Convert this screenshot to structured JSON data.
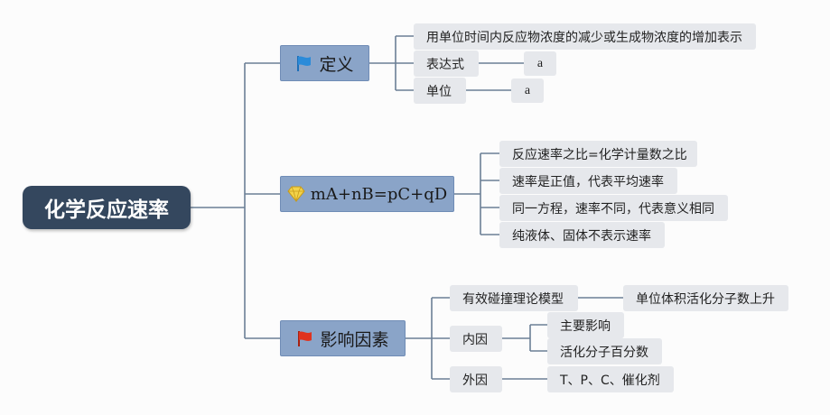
{
  "root": {
    "label": "化学反应速率"
  },
  "branches": {
    "definition": {
      "label": "定义",
      "icon": "blue-flag-icon",
      "icon_color": "#2b8bd9",
      "items": {
        "desc": "用单位时间内反应物浓度的减少或生成物浓度的增加表示",
        "expression": "表达式",
        "expression_value": "a",
        "unit": "单位",
        "unit_value": "a"
      }
    },
    "equation": {
      "label": "mA+nB=pC+qD",
      "icon": "diamond-icon",
      "icon_color": "#e8c53a",
      "items": [
        "反应速率之比=化学计量数之比",
        "速率是正值，代表平均速率",
        "同一方程，速率不同，代表意义相同",
        "纯液体、固体不表示速率"
      ]
    },
    "factors": {
      "label": "影响因素",
      "icon": "red-flag-icon",
      "icon_color": "#e0331f",
      "items": {
        "collision": "有效碰撞理论模型",
        "collision_detail": "单位体积活化分子数上升",
        "internal": "内因",
        "internal_main": "主要影响",
        "internal_detail": "活化分子百分数",
        "external": "外因",
        "external_detail": "T、P、C、催化剂"
      }
    }
  },
  "colors": {
    "root_bg": "#34475e",
    "branch_bg": "#8aa4c8",
    "leaf_bg": "#e6e8ec",
    "connector": "#6b7f95"
  }
}
